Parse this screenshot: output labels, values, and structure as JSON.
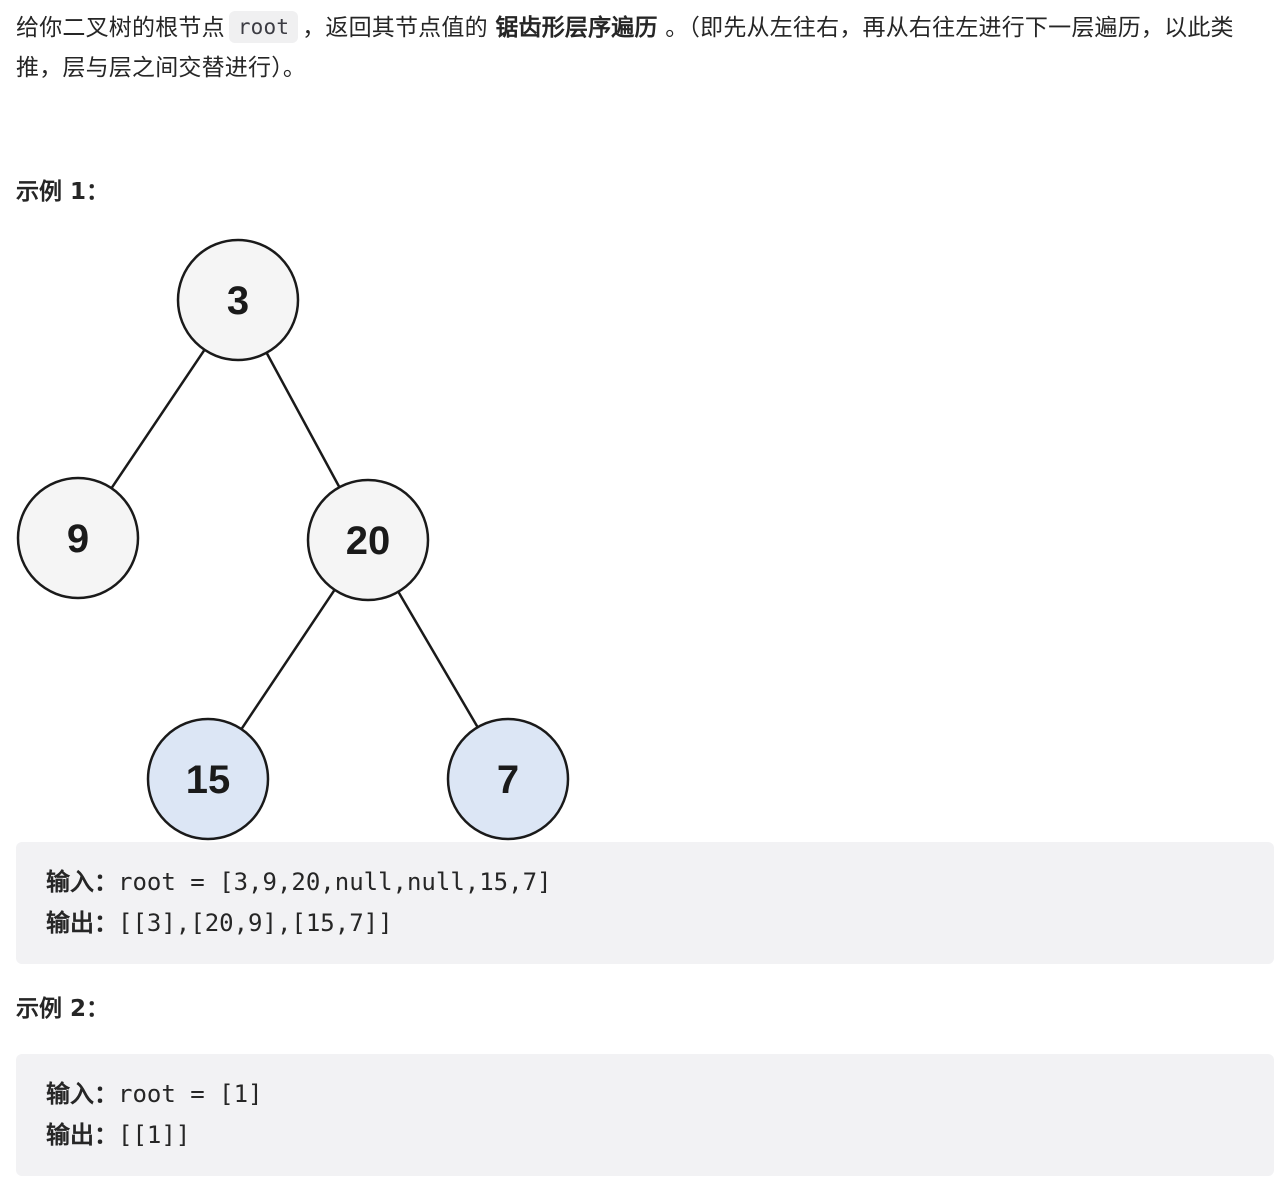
{
  "description": {
    "part1": "给你二叉树的根节点",
    "code": "root",
    "part2": "，返回其节点值的",
    "bold": "锯齿形层序遍历",
    "part3": "。（即先从左往右，再从右往左进行下一层遍历，以此类推，层与层之间交替进行）。"
  },
  "example1": {
    "title": "示例 1：",
    "tree": {
      "nodes": [
        {
          "value": "3",
          "fill": "#f5f5f5"
        },
        {
          "value": "9",
          "fill": "#f5f5f5"
        },
        {
          "value": "20",
          "fill": "#f5f5f5"
        },
        {
          "value": "15",
          "fill": "#dce6f5"
        },
        {
          "value": "7",
          "fill": "#dce6f5"
        }
      ],
      "edges": [
        [
          "3",
          "9"
        ],
        [
          "3",
          "20"
        ],
        [
          "20",
          "15"
        ],
        [
          "20",
          "7"
        ]
      ]
    },
    "input_label": "输入：",
    "input_value": "root = [3,9,20,null,null,15,7]",
    "output_label": "输出：",
    "output_value": "[[3],[20,9],[15,7]]"
  },
  "example2": {
    "title": "示例 2：",
    "input_label": "输入：",
    "input_value": "root = [1]",
    "output_label": "输出：",
    "output_value": "[[1]]"
  }
}
